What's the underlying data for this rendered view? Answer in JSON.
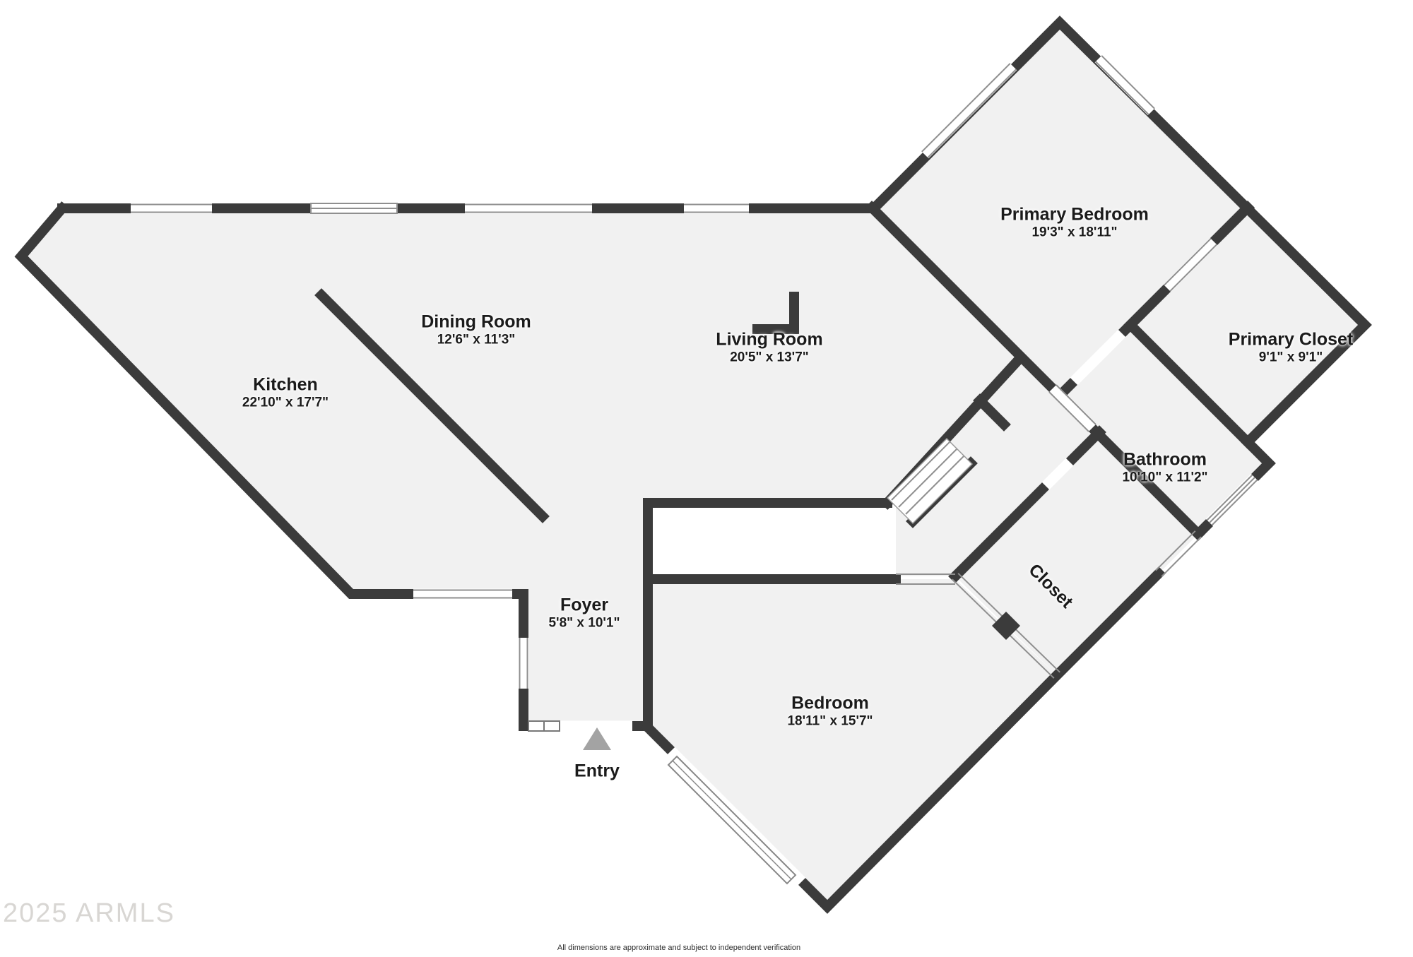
{
  "watermark": "2025 ARMLS",
  "disclaimer": "All dimensions are approximate and subject to independent verification",
  "entry": {
    "label": "Entry"
  },
  "rooms": [
    {
      "id": "kitchen",
      "name": "Kitchen",
      "dims": "22'10\" x 17'7\""
    },
    {
      "id": "dining-room",
      "name": "Dining Room",
      "dims": "12'6\" x 11'3\""
    },
    {
      "id": "living-room",
      "name": "Living Room",
      "dims": "20'5\" x 13'7\""
    },
    {
      "id": "primary-bedroom",
      "name": "Primary Bedroom",
      "dims": "19'3\" x 18'11\""
    },
    {
      "id": "primary-closet",
      "name": "Primary Closet",
      "dims": "9'1\" x 9'1\""
    },
    {
      "id": "bathroom",
      "name": "Bathroom",
      "dims": "10'10\" x 11'2\""
    },
    {
      "id": "closet",
      "name": "Closet"
    },
    {
      "id": "bedroom",
      "name": "Bedroom",
      "dims": "18'11\" x 15'7\""
    },
    {
      "id": "foyer",
      "name": "Foyer",
      "dims": "5'8\" x 10'1\""
    }
  ],
  "colors": {
    "wall": "#3b3b3b",
    "floor": "#f1f1f1",
    "opening_frame": "#8f8f8f",
    "entry_arrow": "#a3a3a3",
    "background": "#ffffff"
  }
}
